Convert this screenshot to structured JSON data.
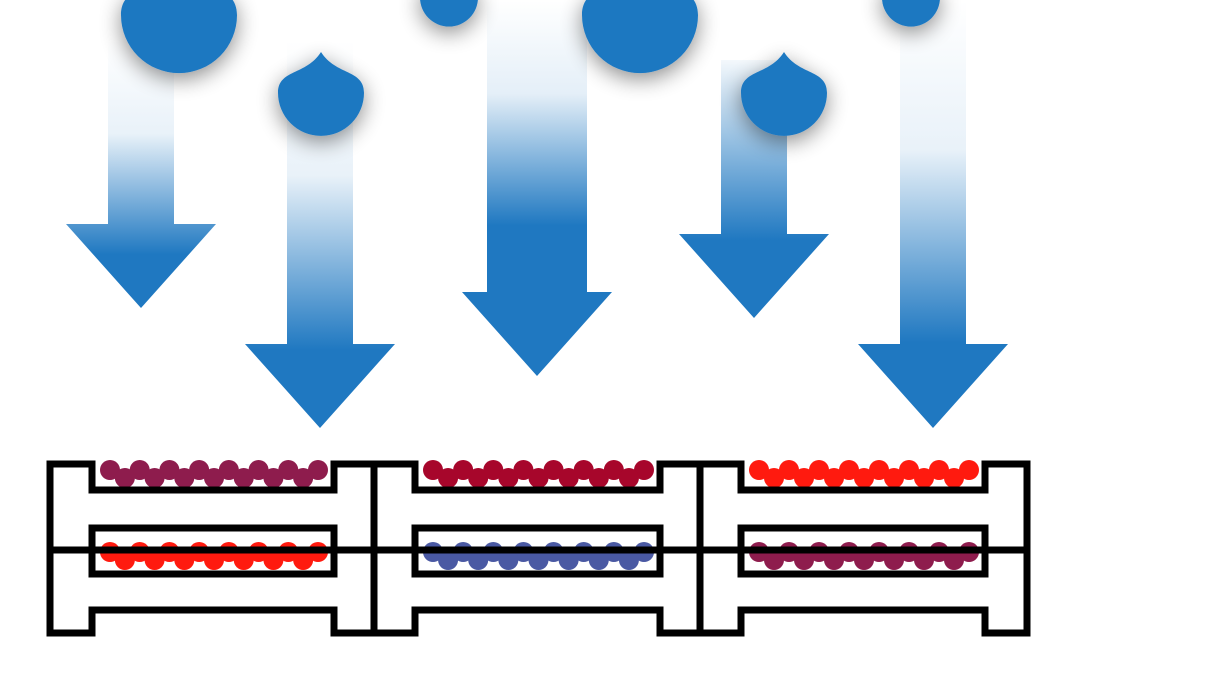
{
  "colors": {
    "arrow_blue": "#1f78c1",
    "frame": "#000000",
    "background": "#ffffff",
    "particle_maroon": "#8e1c4d",
    "particle_darkred": "#a7062b",
    "particle_red": "#ff1a0f",
    "particle_blue": "#4a59a3"
  },
  "arrows": [
    {
      "name": "arrow-1",
      "drop": "large"
    },
    {
      "name": "arrow-2",
      "drop": "medium"
    },
    {
      "name": "arrow-3",
      "drop": "small"
    },
    {
      "name": "arrow-4",
      "drop": "large"
    },
    {
      "name": "arrow-5",
      "drop": "medium"
    },
    {
      "name": "arrow-6",
      "drop": "small"
    }
  ],
  "compartments": [
    {
      "name": "compartment-left",
      "top_tray": "maroon",
      "middle_tray": "red"
    },
    {
      "name": "compartment-center",
      "top_tray": "darkred",
      "middle_tray": "blue"
    },
    {
      "name": "compartment-right",
      "top_tray": "red",
      "middle_tray": "maroon"
    }
  ]
}
